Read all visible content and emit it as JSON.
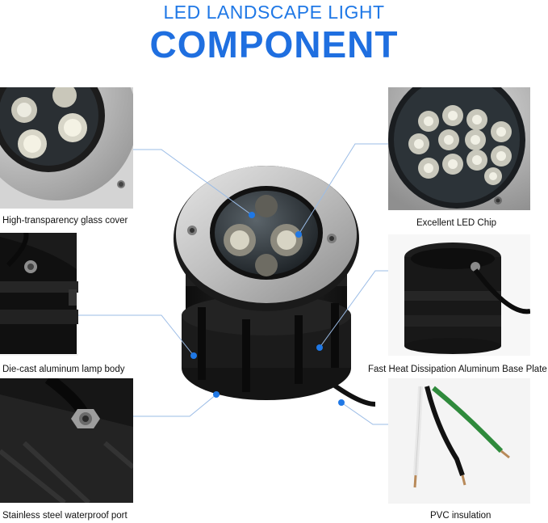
{
  "header": {
    "subtitle": "LED LANDSCAPE LIGHT",
    "title": "COMPONENT"
  },
  "captions": {
    "glass_cover": "High-transparency glass cover",
    "lamp_body": "Die-cast aluminum lamp body",
    "waterproof_port": "Stainless steel waterproof port",
    "led_chip": "Excellent LED Chip",
    "base_plate": "Fast Heat Dissipation Aluminum Base Plate",
    "pvc_insulation": "PVC insulation"
  },
  "colors": {
    "accent": "#1f6fe0",
    "pointer": "#1f78e6",
    "leader_line": "#9bbce6",
    "steel": "#b8b8b8",
    "body_black": "#1a1a1a"
  }
}
